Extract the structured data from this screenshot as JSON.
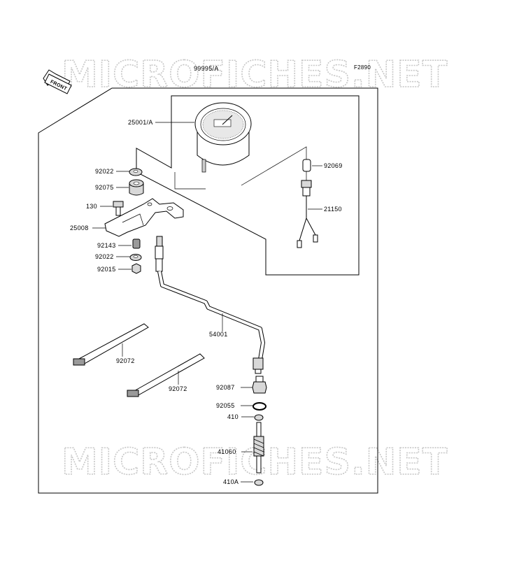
{
  "watermark": {
    "text": "MICROFICHES.NET"
  },
  "figure_code": "F2890",
  "front_arrow": "FRONT",
  "labels": {
    "l_99995A": "99995/A",
    "l_25001A": "25001/A",
    "l_92069": "92069",
    "l_21150": "21150",
    "l_92022a": "92022",
    "l_92075": "92075",
    "l_130": "130",
    "l_25008": "25008",
    "l_92143": "92143",
    "l_92022b": "92022",
    "l_92015": "92015",
    "l_54001": "54001",
    "l_92072a": "92072",
    "l_92072b": "92072",
    "l_92087": "92087",
    "l_92055": "92055",
    "l_410": "410",
    "l_41060": "41060",
    "l_410A": "410A"
  }
}
